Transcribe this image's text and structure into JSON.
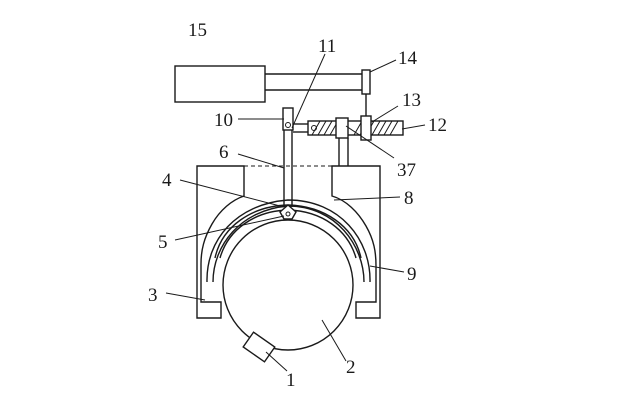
{
  "labels": {
    "l1": "1",
    "l2": "2",
    "l3": "3",
    "l4": "4",
    "l5": "5",
    "l6": "6",
    "l8": "8",
    "l9": "9",
    "l10": "10",
    "l11": "11",
    "l12": "12",
    "l13": "13",
    "l14": "14",
    "l15": "15",
    "l37": "37"
  }
}
